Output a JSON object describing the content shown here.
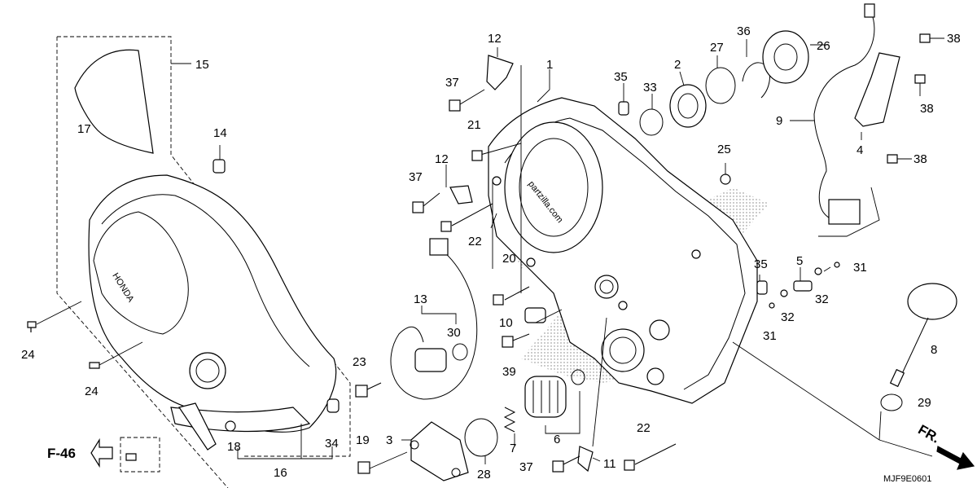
{
  "diagram": {
    "code": "MJF9E0601",
    "watermark": "partzilla.com",
    "nav": {
      "ref_label": "F-46",
      "direction_label": "FR."
    },
    "emblem_text": "HONDA",
    "callouts": [
      {
        "id": "c1",
        "label": "1"
      },
      {
        "id": "c2",
        "label": "2"
      },
      {
        "id": "c3",
        "label": "3"
      },
      {
        "id": "c4",
        "label": "4"
      },
      {
        "id": "c5",
        "label": "5"
      },
      {
        "id": "c6",
        "label": "6"
      },
      {
        "id": "c7",
        "label": "7"
      },
      {
        "id": "c8",
        "label": "8"
      },
      {
        "id": "c9",
        "label": "9"
      },
      {
        "id": "c10",
        "label": "10"
      },
      {
        "id": "c11",
        "label": "11"
      },
      {
        "id": "c12a",
        "label": "12"
      },
      {
        "id": "c12b",
        "label": "12"
      },
      {
        "id": "c13",
        "label": "13"
      },
      {
        "id": "c14",
        "label": "14"
      },
      {
        "id": "c15",
        "label": "15"
      },
      {
        "id": "c16",
        "label": "16"
      },
      {
        "id": "c17",
        "label": "17"
      },
      {
        "id": "c18",
        "label": "18"
      },
      {
        "id": "c19",
        "label": "19"
      },
      {
        "id": "c20",
        "label": "20"
      },
      {
        "id": "c21",
        "label": "21"
      },
      {
        "id": "c22a",
        "label": "22"
      },
      {
        "id": "c22b",
        "label": "22"
      },
      {
        "id": "c23",
        "label": "23"
      },
      {
        "id": "c24a",
        "label": "24"
      },
      {
        "id": "c24b",
        "label": "24"
      },
      {
        "id": "c25",
        "label": "25"
      },
      {
        "id": "c26",
        "label": "26"
      },
      {
        "id": "c27",
        "label": "27"
      },
      {
        "id": "c28",
        "label": "28"
      },
      {
        "id": "c29",
        "label": "29"
      },
      {
        "id": "c30",
        "label": "30"
      },
      {
        "id": "c31a",
        "label": "31"
      },
      {
        "id": "c31b",
        "label": "31"
      },
      {
        "id": "c32a",
        "label": "32"
      },
      {
        "id": "c32b",
        "label": "32"
      },
      {
        "id": "c33",
        "label": "33"
      },
      {
        "id": "c34",
        "label": "34"
      },
      {
        "id": "c35a",
        "label": "35"
      },
      {
        "id": "c35b",
        "label": "35"
      },
      {
        "id": "c36",
        "label": "36"
      },
      {
        "id": "c37a",
        "label": "37"
      },
      {
        "id": "c37b",
        "label": "37"
      },
      {
        "id": "c37c",
        "label": "37"
      },
      {
        "id": "c38a",
        "label": "38"
      },
      {
        "id": "c38b",
        "label": "38"
      },
      {
        "id": "c38c",
        "label": "38"
      },
      {
        "id": "c39",
        "label": "39"
      }
    ]
  }
}
